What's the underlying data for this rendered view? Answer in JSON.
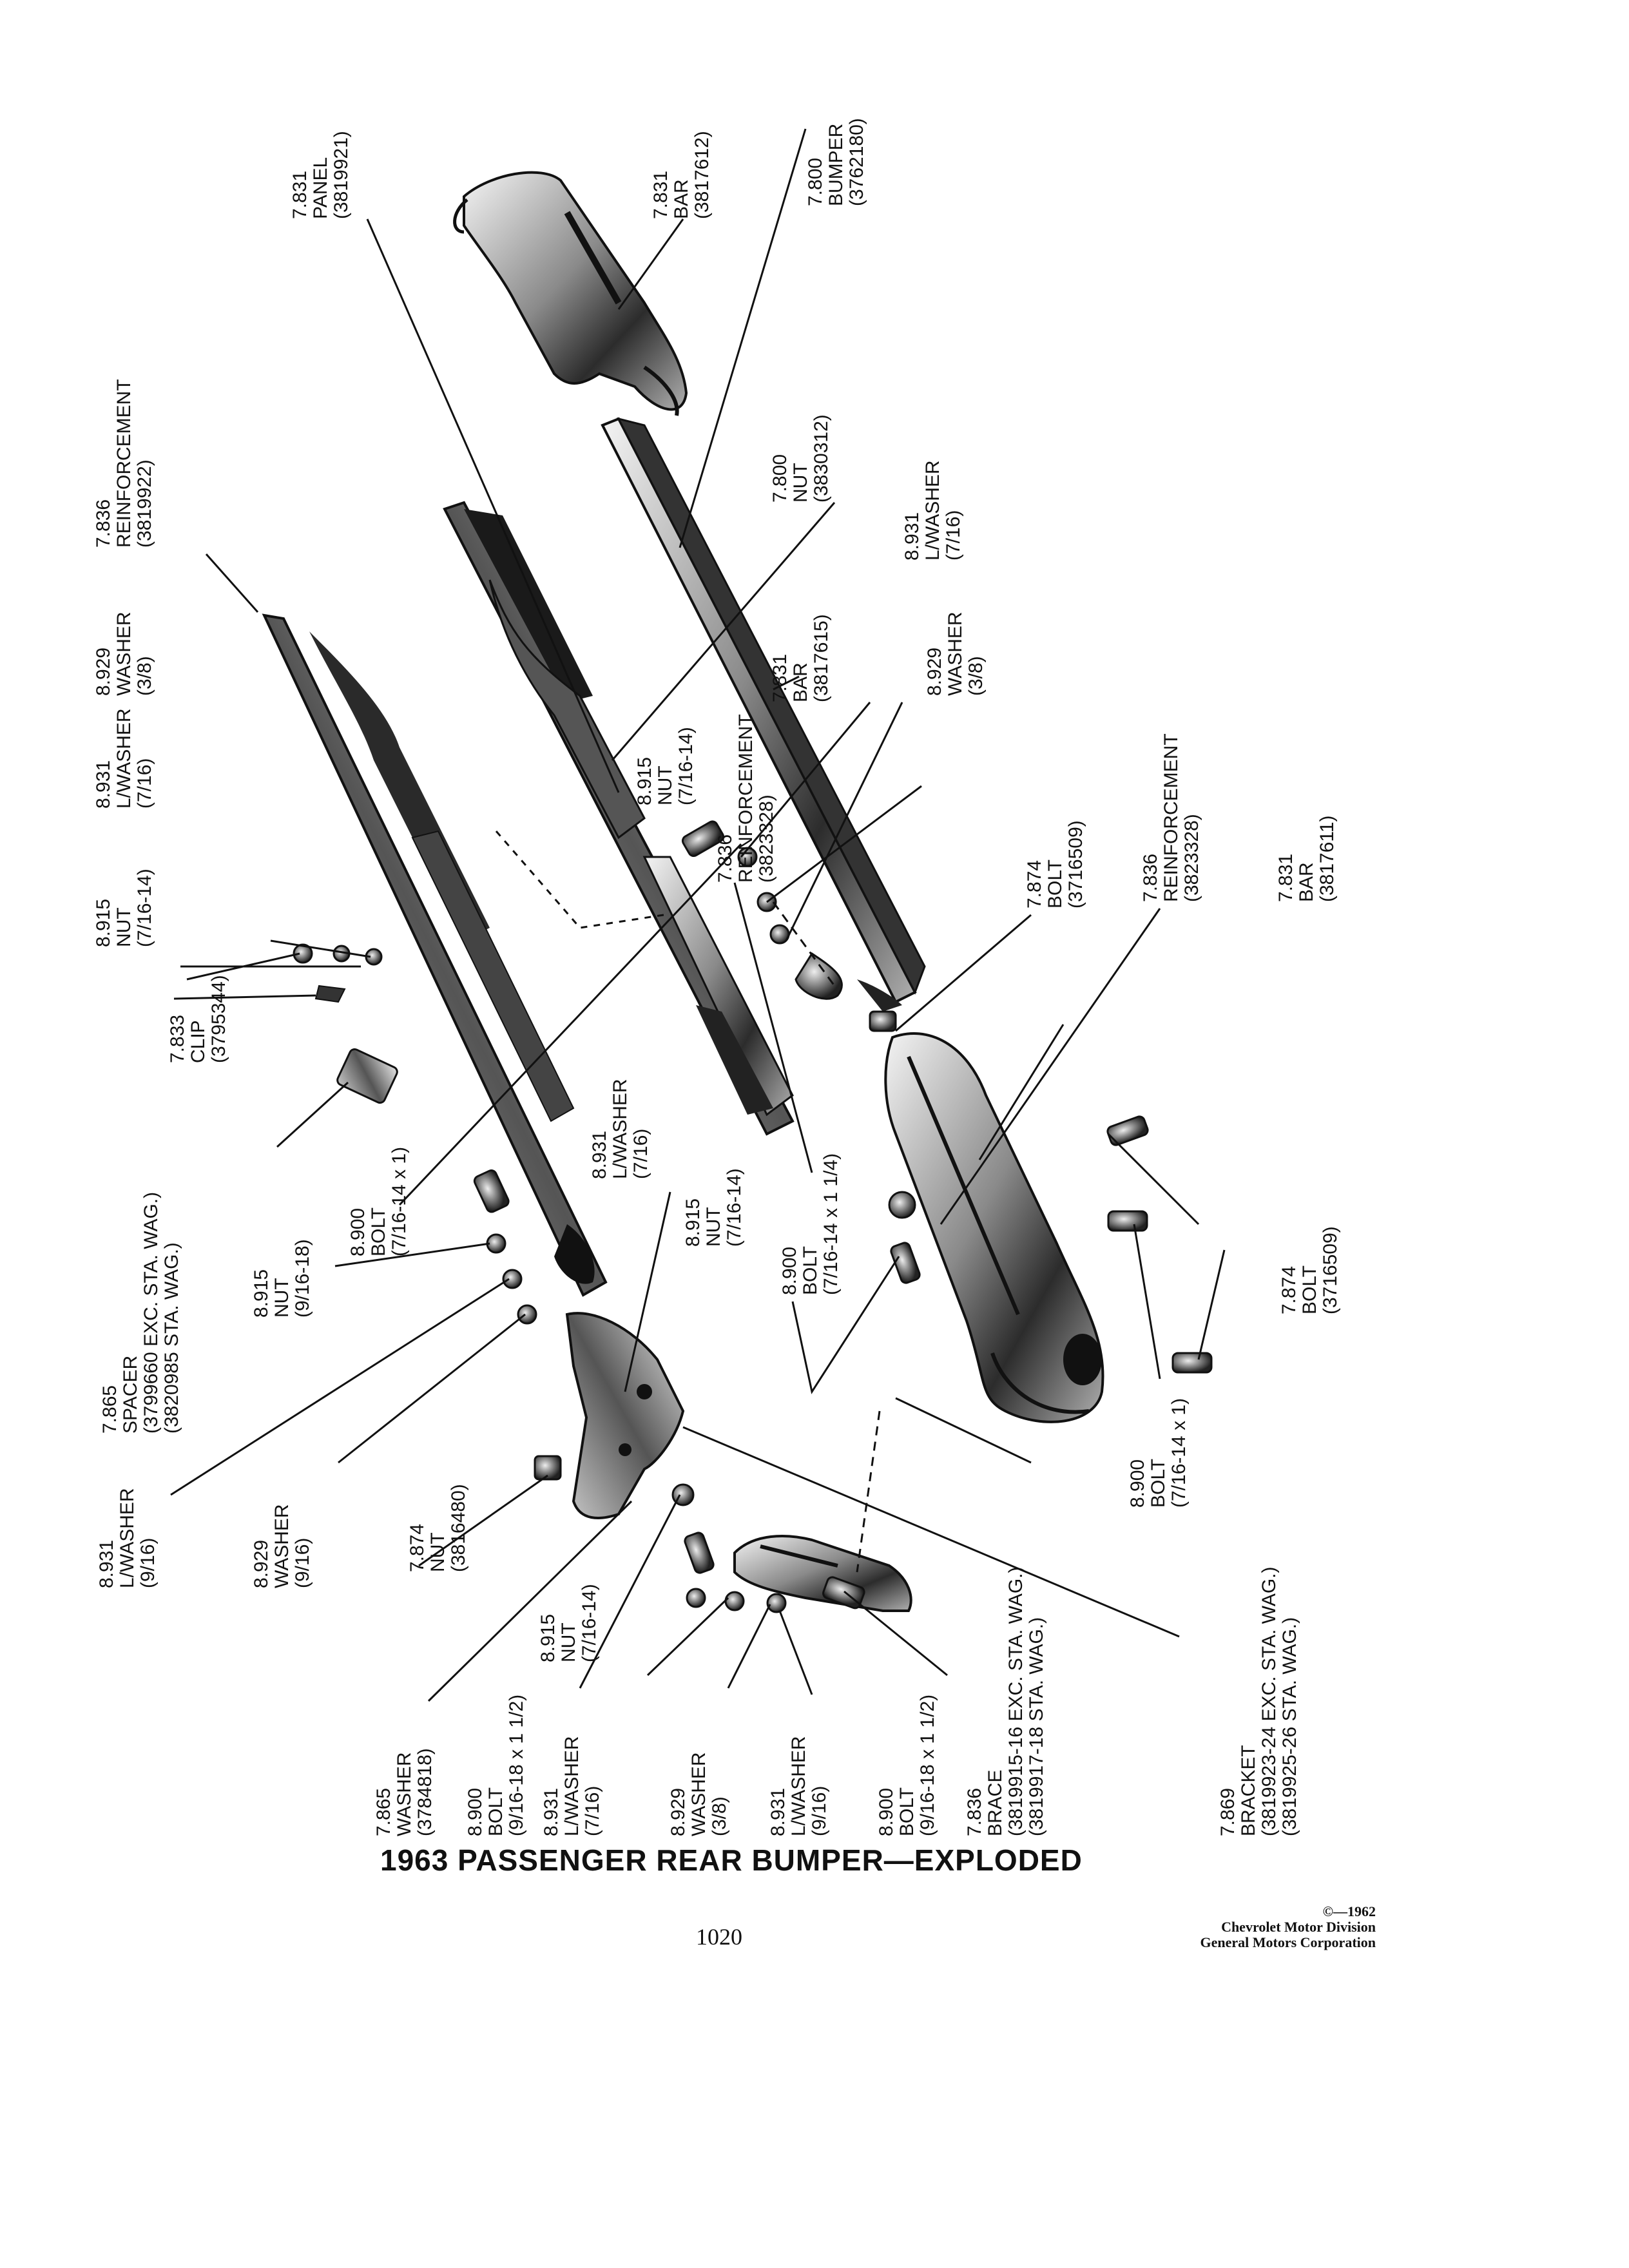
{
  "title": "1963 PASSENGER REAR BUMPER—EXPLODED",
  "page_number": "1020",
  "copyright": [
    "©—1962",
    "Chevrolet Motor Division",
    "General Motors Corporation"
  ],
  "callouts": [
    {
      "id": "washer-7865",
      "lines": [
        "7.865",
        "WASHER",
        "(3784818)"
      ]
    },
    {
      "id": "bolt-8900-a",
      "lines": [
        "8.900",
        "BOLT",
        "(9/16-18 x 1 1/2)"
      ]
    },
    {
      "id": "lwasher-8931-a",
      "lines": [
        "8.931",
        "L/WASHER",
        "(7/16)"
      ]
    },
    {
      "id": "washer-8929-a",
      "lines": [
        "8.929",
        "WASHER",
        "(3/8)"
      ]
    },
    {
      "id": "lwasher-8931-b",
      "lines": [
        "8.931",
        "L/WASHER",
        "(9/16)"
      ]
    },
    {
      "id": "bolt-8900-b",
      "lines": [
        "8.900",
        "BOLT",
        "(9/16-18 x 1 1/2)"
      ]
    },
    {
      "id": "brace-7836",
      "lines": [
        "7.836",
        "BRACE",
        "(3819915-16 EXC. STA. WAG.)",
        "(3819917-18 STA. WAG.)"
      ]
    },
    {
      "id": "bracket-7869",
      "lines": [
        "7.869",
        "BRACKET",
        "(3819923-24 EXC. STA. WAG.)",
        "(3819925-26 STA. WAG.)"
      ]
    },
    {
      "id": "nut-8915-a",
      "lines": [
        "8.915",
        "NUT",
        "(7/16-14)"
      ]
    },
    {
      "id": "lwasher-8931-c",
      "lines": [
        "8.931",
        "L/WASHER",
        "(9/16)"
      ]
    },
    {
      "id": "washer-8929-b",
      "lines": [
        "8.929",
        "WASHER",
        "(9/16)"
      ]
    },
    {
      "id": "nut-7874",
      "lines": [
        "7.874",
        "NUT",
        "(3816480)"
      ]
    },
    {
      "id": "spacer-7865",
      "lines": [
        "7.865",
        "SPACER",
        "(3799660 EXC. STA. WAG.)",
        "(3820985 STA. WAG.)"
      ]
    },
    {
      "id": "nut-8915-b",
      "lines": [
        "8.915",
        "NUT",
        "(9/16-18)"
      ]
    },
    {
      "id": "clip-7833",
      "lines": [
        "7.833",
        "CLIP",
        "(3795344)"
      ]
    },
    {
      "id": "bolt-8900-c",
      "lines": [
        "8.900",
        "BOLT",
        "(7/16-14 x 1)"
      ]
    },
    {
      "id": "lwasher-8931-d",
      "lines": [
        "8.931",
        "L/WASHER",
        "(7/16)"
      ]
    },
    {
      "id": "nut-8915-c",
      "lines": [
        "8.915",
        "NUT",
        "(7/16-14)"
      ]
    },
    {
      "id": "bolt-8900-d",
      "lines": [
        "8.900",
        "BOLT",
        "(7/16-14 x 1 1/4)"
      ]
    },
    {
      "id": "nut-8915-d",
      "lines": [
        "8.915",
        "NUT",
        "(7/16-14)"
      ]
    },
    {
      "id": "lwasher-8931-e",
      "lines": [
        "8.931",
        "L/WASHER",
        "(7/16)"
      ]
    },
    {
      "id": "washer-8929-c",
      "lines": [
        "8.929",
        "WASHER",
        "(3/8)"
      ]
    },
    {
      "id": "reinforcement-7836-a",
      "lines": [
        "7.836",
        "REINFORCEMENT",
        "(3819922)"
      ]
    },
    {
      "id": "panel-7831",
      "lines": [
        "7.831",
        "PANEL",
        "(3819921)"
      ]
    },
    {
      "id": "nut-8915-e",
      "lines": [
        "8.915",
        "NUT",
        "(7/16-14)"
      ]
    },
    {
      "id": "reinforcement-7836-b",
      "lines": [
        "7.836",
        "REINFORCEMENT",
        "(3823328)"
      ]
    },
    {
      "id": "bar-7831-a",
      "lines": [
        "7.831",
        "BAR",
        "(3817615)"
      ]
    },
    {
      "id": "washer-8929-d",
      "lines": [
        "8.929",
        "WASHER",
        "(3/8)"
      ]
    },
    {
      "id": "lwasher-8931-f",
      "lines": [
        "8.931",
        "L/WASHER",
        "(7/16)"
      ]
    },
    {
      "id": "nut-7800",
      "lines": [
        "7.800",
        "NUT",
        "(3830312)"
      ]
    },
    {
      "id": "bar-7831-b",
      "lines": [
        "7.831",
        "BAR",
        "(3817612)"
      ]
    },
    {
      "id": "bumper-7800",
      "lines": [
        "7.800",
        "BUMPER",
        "(3762180)"
      ]
    },
    {
      "id": "bolt-7874-a",
      "lines": [
        "7.874",
        "BOLT",
        "(3716509)"
      ]
    },
    {
      "id": "reinforcement-7836-c",
      "lines": [
        "7.836",
        "REINFORCEMENT",
        "(3823328)"
      ]
    },
    {
      "id": "bar-7831-c",
      "lines": [
        "7.831",
        "BAR",
        "(3817611)"
      ]
    },
    {
      "id": "bolt-7874-b",
      "lines": [
        "7.874",
        "BOLT",
        "(3716509)"
      ]
    },
    {
      "id": "bolt-8900-e",
      "lines": [
        "8.900",
        "BOLT",
        "(7/16-14 x 1)"
      ]
    }
  ]
}
